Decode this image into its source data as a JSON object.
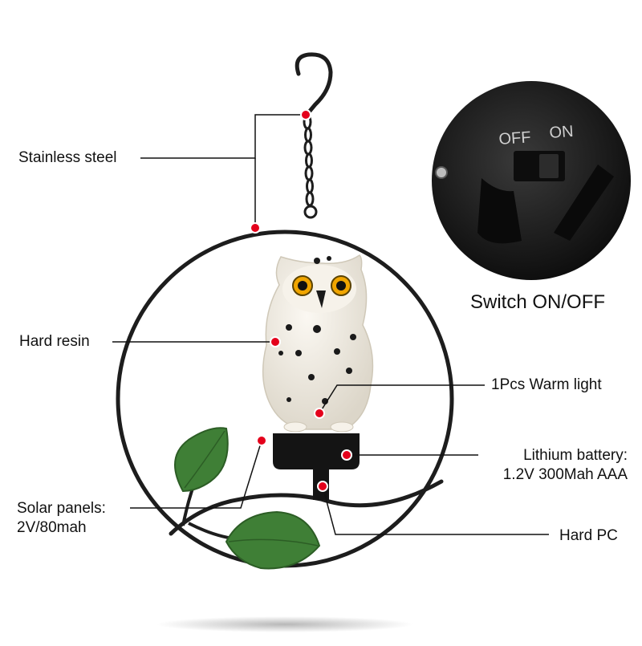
{
  "labels": {
    "stainless_steel": "Stainless steel",
    "hard_resin": "Hard resin",
    "warm_light": "1Pcs Warm light",
    "battery_line1": "Lithium battery:",
    "battery_line2": "1.2V 300Mah AAA",
    "solar_line1": "Solar panels:",
    "solar_line2": "2V/80mah",
    "hard_pc": "Hard PC"
  },
  "switch_panel": {
    "off_text": "OFF",
    "on_text": "ON",
    "caption": "Switch ON/OFF"
  },
  "colors": {
    "marker": "#e4001b",
    "leaf": "#3f7f36",
    "frame": "#1d1d1d",
    "owl_body": "#f3efe6"
  }
}
